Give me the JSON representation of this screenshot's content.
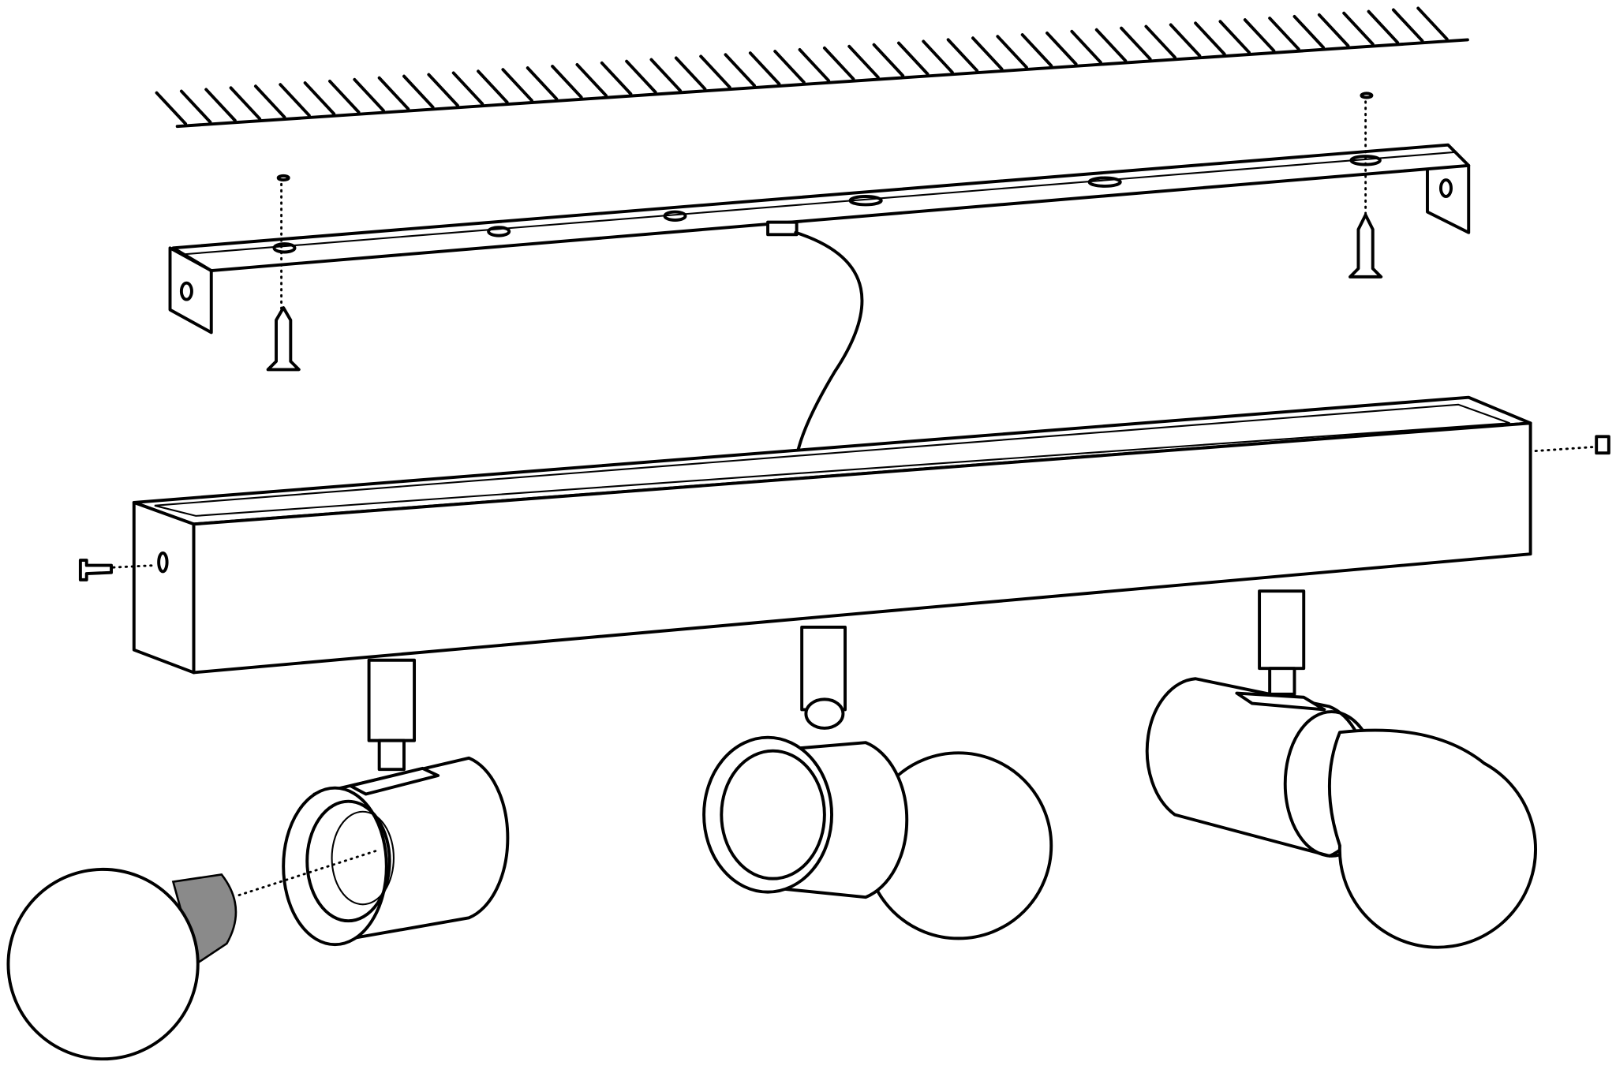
{
  "colors": {
    "line": "#000000",
    "background": "#ffffff",
    "bulb_base": "#8a8a8a"
  },
  "parts": {
    "spotlight_count": 3,
    "bulb_count": 3,
    "bracket_screw_count": 2,
    "end_cap_screw_count": 2
  }
}
